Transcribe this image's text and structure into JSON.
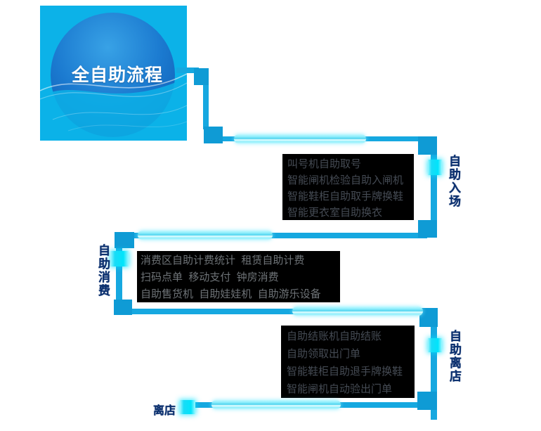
{
  "logo": {
    "title": "全自助流程"
  },
  "stages": [
    {
      "label": "自助入场",
      "items": [
        "叫号机自助取号",
        "智能闸机检验自助入闸机",
        "智能鞋柜自助取手牌换鞋",
        "智能更衣室自助换衣"
      ]
    },
    {
      "label": "自助消费",
      "items": [
        "消费区自助计费统计  租赁自助计费",
        "扫码点单  移动支付  钟房消费",
        "自助售货机  自助娃娃机  自助游乐设备"
      ]
    },
    {
      "label": "自助离店",
      "items": [
        "自助结账机自助结账",
        "自助领取出门单",
        "智能鞋柜自助退手牌换鞋",
        "智能闸机自动验出门单"
      ]
    }
  ],
  "end_label": "离店",
  "colors": {
    "line_blue": "#16a8e0",
    "corner_blue": "#0f9bd5",
    "glow_cyan": "#8feefc",
    "node_cyan": "#00e4fb",
    "label_navy": "#0a2f6e",
    "logo_square_blue": "#0cb2e8",
    "sphere_blue": "#0d57ad",
    "box_background": "#000000",
    "box_text_dark": "#454b54",
    "box_text_gray": "#6e7377"
  }
}
